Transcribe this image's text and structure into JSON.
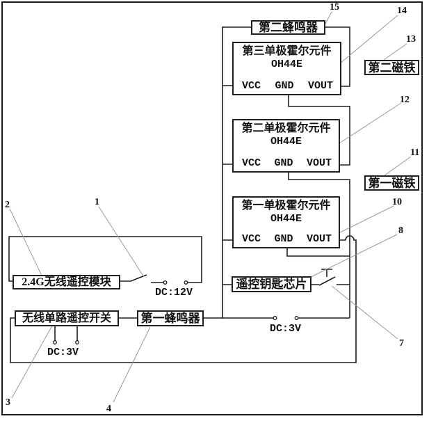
{
  "figure": {
    "blocks": {
      "buzzer2": "第二蜂鸣器",
      "buzzer1": "第一蜂鸣器",
      "magnet2": "第二磁铁",
      "magnet1": "第一磁铁",
      "rf_module": "2.4G无线遥控模块",
      "key_chip": "遥控钥匙芯片",
      "remote_switch": "无线单路遥控开关",
      "hall3": {
        "title": "第三单极霍尔元件",
        "model": "OH44E",
        "pins": [
          "VCC",
          "GND",
          "VOUT"
        ]
      },
      "hall2": {
        "title": "第二单极霍尔元件",
        "model": "OH44E",
        "pins": [
          "VCC",
          "GND",
          "VOUT"
        ]
      },
      "hall1": {
        "title": "第一单极霍尔元件",
        "model": "OH44E",
        "pins": [
          "VCC",
          "GND",
          "VOUT"
        ]
      }
    },
    "labels": {
      "dc12v": "DC:12V",
      "dc3v_left": "DC:3V",
      "dc3v_right": "DC:3V"
    },
    "callouts": {
      "n1": "1",
      "n2": "2",
      "n3": "3",
      "n4": "4",
      "n7": "7",
      "n8": "8",
      "n10": "10",
      "n11": "11",
      "n12": "12",
      "n13": "13",
      "n14": "14",
      "n15": "15"
    },
    "colors": {
      "wire": "#1e1e1e",
      "leader": "#999999",
      "text": "#111111"
    }
  }
}
